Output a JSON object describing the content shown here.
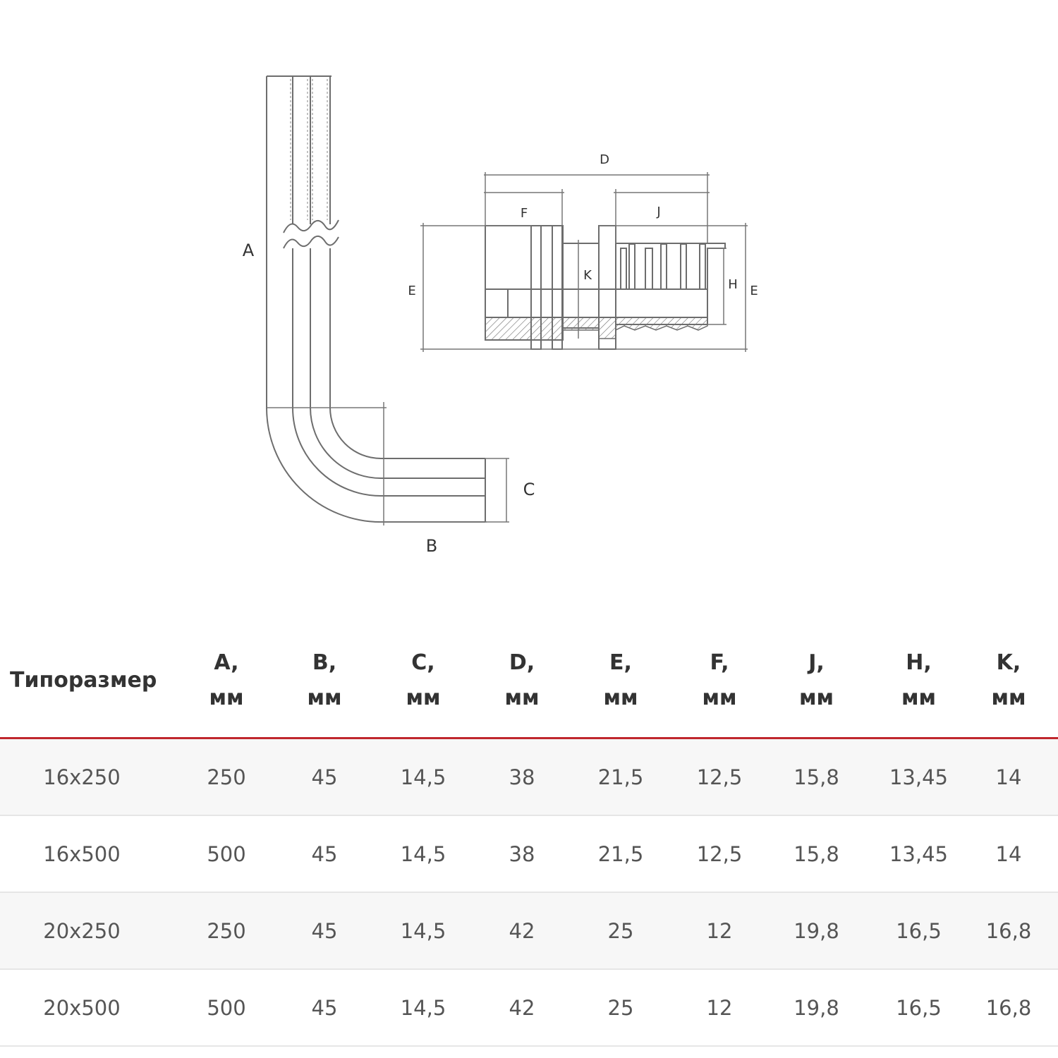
{
  "diagram": {
    "labels": {
      "A": "A",
      "B": "B",
      "C": "C",
      "D": "D",
      "E": "E",
      "F": "F",
      "J": "J",
      "H": "H",
      "K": "K"
    }
  },
  "table": {
    "headers": [
      {
        "l1": "Типоразмер",
        "l2": ""
      },
      {
        "l1": "A,",
        "l2": "мм"
      },
      {
        "l1": "B,",
        "l2": "мм"
      },
      {
        "l1": "C,",
        "l2": "мм"
      },
      {
        "l1": "D,",
        "l2": "мм"
      },
      {
        "l1": "E,",
        "l2": "мм"
      },
      {
        "l1": "F,",
        "l2": "мм"
      },
      {
        "l1": "J,",
        "l2": "мм"
      },
      {
        "l1": "H,",
        "l2": "мм"
      },
      {
        "l1": "K,",
        "l2": "мм"
      }
    ],
    "rows": [
      [
        "16x250",
        "250",
        "45",
        "14,5",
        "38",
        "21,5",
        "12,5",
        "15,8",
        "13,45",
        "14"
      ],
      [
        "16x500",
        "500",
        "45",
        "14,5",
        "38",
        "21,5",
        "12,5",
        "15,8",
        "13,45",
        "14"
      ],
      [
        "20x250",
        "250",
        "45",
        "14,5",
        "42",
        "25",
        "12",
        "19,8",
        "16,5",
        "16,8"
      ],
      [
        "20x500",
        "500",
        "45",
        "14,5",
        "42",
        "25",
        "12",
        "19,8",
        "16,5",
        "16,8"
      ]
    ],
    "accent_color": "#c0272d"
  }
}
